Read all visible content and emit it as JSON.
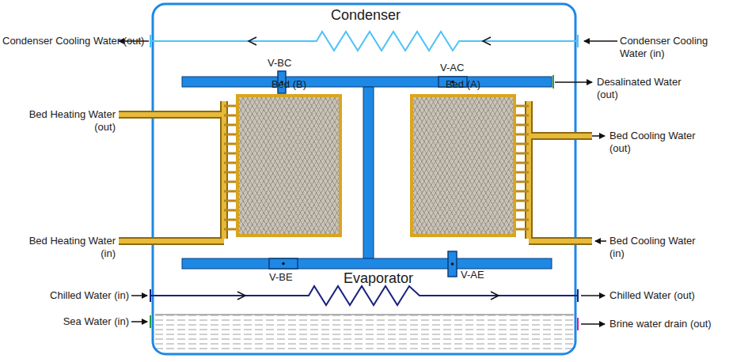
{
  "diagram": {
    "nodes": [
      {
        "text": [
          "Condenser"
        ]
      },
      {
        "text": [
          "Bed (B)"
        ]
      },
      {
        "text": [
          "Bed (A)"
        ]
      },
      {
        "text": [
          "Evaporator"
        ]
      }
    ],
    "labels": [
      "Condenser Cooling Water (out)",
      "Condenser Cooling Water (in)",
      "Desalinated Water (out)",
      "Bed Heating Water (out)",
      "Bed Cooling Water (out)",
      "Bed Heating Water (in)",
      "Bed Cooling Water (in)",
      "Chilled Water (in)",
      "Chilled Water (out)",
      "Sea Water (in)",
      "Brine water drain (out)",
      "V-BC",
      "V-AC",
      "V-BE",
      "V-AE"
    ]
  }
}
